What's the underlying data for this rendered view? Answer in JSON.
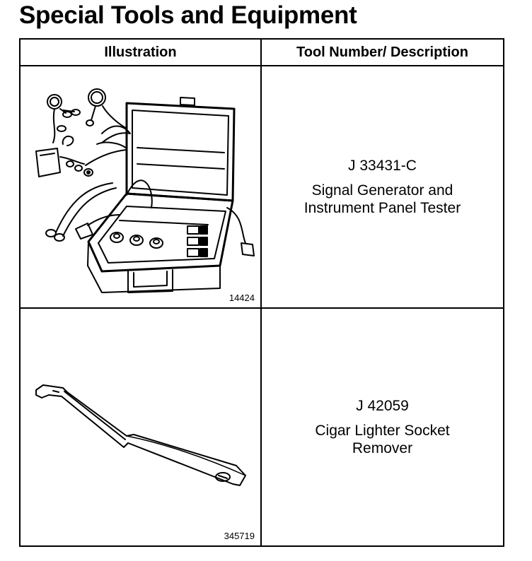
{
  "page_title": "Special Tools and Equipment",
  "table": {
    "headers": [
      "Illustration",
      "Tool Number/ Description"
    ],
    "rows": [
      {
        "figure_number": "14424",
        "tool_number": "J 33431-C",
        "description": [
          "Signal Generator and",
          "Instrument Panel Tester"
        ],
        "illustration_icon": "tester-case-icon"
      },
      {
        "figure_number": "345719",
        "tool_number": "J 42059",
        "description": [
          "Cigar Lighter Socket",
          "Remover"
        ],
        "illustration_icon": "socket-remover-icon"
      }
    ]
  }
}
